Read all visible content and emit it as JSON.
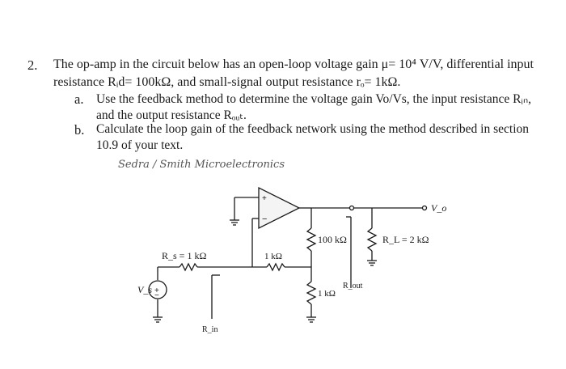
{
  "problem": {
    "number": "2.",
    "line1": "The op-amp in the circuit below has an open-loop voltage gain μ= 10⁴ V/V, differential input",
    "line2": "resistance Rᵢd= 100kΩ, and small-signal output resistance rₒ= 1kΩ.",
    "part_a_letter": "a.",
    "part_a_line1": "Use the feedback method to determine the voltage gain Vo/Vs, the input resistance Rᵢₙ,",
    "part_a_line2": "and the output resistance Rₒᵤₜ.",
    "part_b_letter": "b.",
    "part_b_line1": "Calculate the loop gain of the feedback network using the method described in section",
    "part_b_line2": "10.9 of your text.",
    "handwritten_note": "Sedra / Smith Microelectronics"
  },
  "circuit": {
    "rs_label": "R_s = 1 kΩ",
    "r1_label": "1 kΩ",
    "r_top_label": "100 kΩ",
    "rl_label": "R_L = 2 kΩ",
    "r_bottom_label": "1 kΩ",
    "vs_label": "V_s",
    "vo_label": "V_o",
    "rin_label": "R_in",
    "rout_label": "R_out",
    "plus_sign": "+",
    "minus_sign": "−"
  }
}
